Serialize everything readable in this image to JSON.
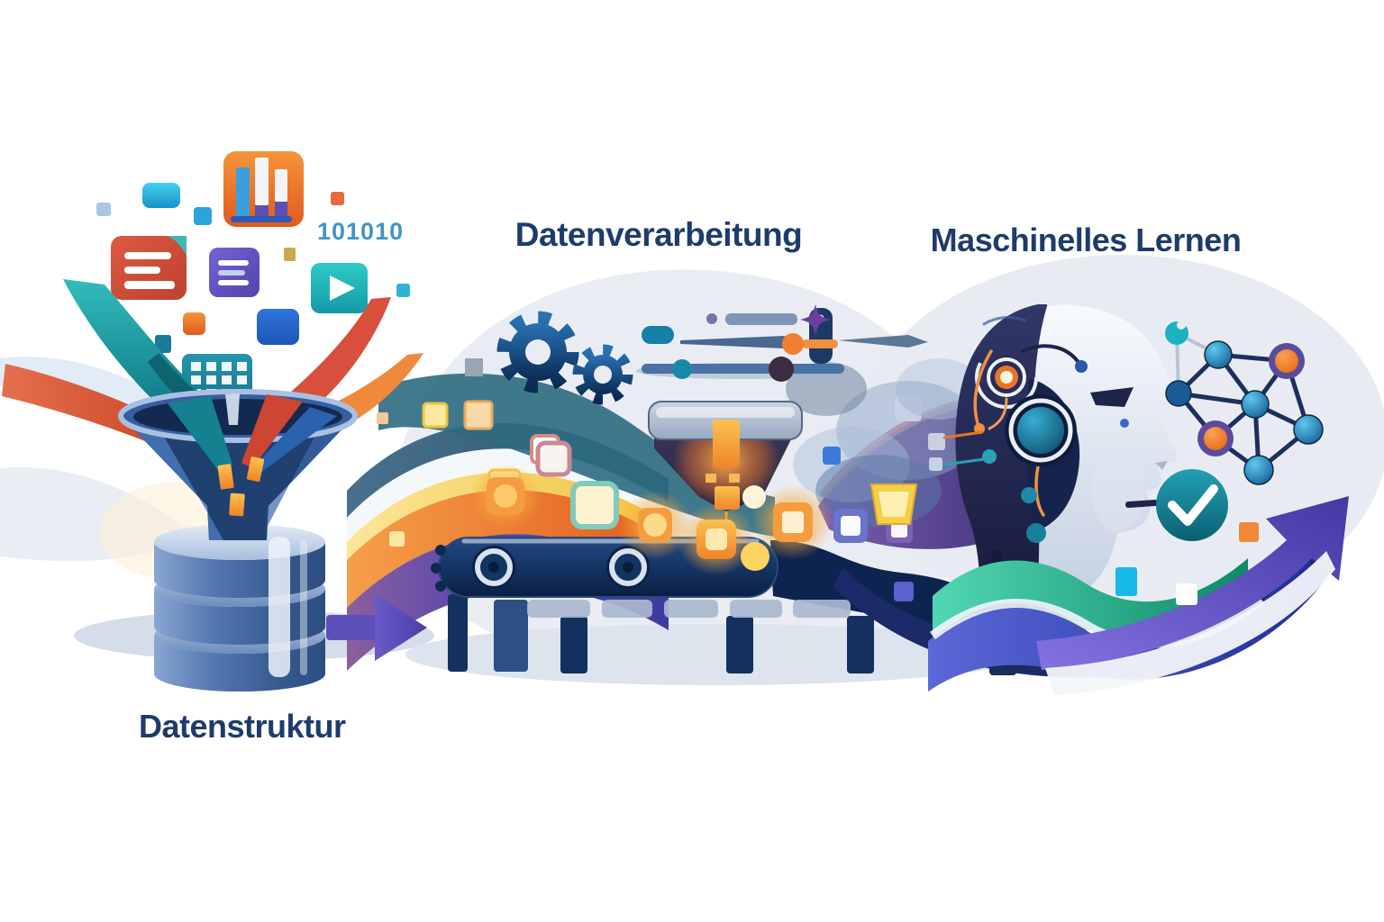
{
  "labels": {
    "binary": "101010",
    "datenverarbeitung": "Datenverarbeitung",
    "maschinelles_lernen": "Maschinelles Lernen",
    "datenstruktur": "Datenstruktur"
  },
  "palette": {
    "heading_text": "#1e3c6b",
    "binary_text": "#4394c6",
    "funnel_blue": "#2d5a9e",
    "database_blue": "#35598e",
    "gear_blue": "#0d3868",
    "conveyor_navy": "#0c2248",
    "glow_orange": "#f59d3e",
    "glow_yellow": "#ffd54f",
    "wave_teal": "#1d7a8c",
    "wave_orange": "#e8732a",
    "wave_indigo": "#4a3f9e",
    "wave_mint": "#2fae8e",
    "arrow_purple": "#5b50b8",
    "robot_dark": "#232a56",
    "robot_face": "#f4f6fa",
    "node_blue": "#1f7ab8",
    "node_orange": "#f07820",
    "node_ring_purple": "#5b4a9e",
    "check_teal": "#16889c"
  },
  "sections": [
    {
      "id": "datenstruktur",
      "title": "Datenstruktur",
      "position": "left",
      "icons": [
        "bar-chart-app-icon",
        "cyan-tile-icon",
        "document-red-icon",
        "document-purple-icon",
        "video-play-icon",
        "spreadsheet-grid-icon",
        "blue-tile-icon",
        "orange-tile-icon",
        "binary-text"
      ],
      "objects": [
        "data-funnel",
        "database-cylinder",
        "flow-arrow"
      ]
    },
    {
      "id": "datenverarbeitung",
      "title": "Datenverarbeitung",
      "position": "center",
      "objects": [
        "gear-large",
        "gear-small",
        "slider-controls",
        "processing-hopper",
        "conveyor-belt"
      ],
      "conveyor_items": [
        {
          "shape": "square",
          "color": "#f59d3e"
        },
        {
          "shape": "square",
          "color": "#ffffff",
          "border": "#c98896"
        },
        {
          "shape": "square",
          "color": "#fdf3cf",
          "border": "#82cabe"
        },
        {
          "shape": "square",
          "color": "#f59d3e"
        },
        {
          "shape": "square",
          "color": "#f9b654"
        },
        {
          "shape": "square",
          "color": "#f59d3e"
        },
        {
          "shape": "square",
          "color": "#ffffff",
          "border": "#6a74cc"
        },
        {
          "shape": "square",
          "color": "#ffffff",
          "border": "#7a62b8"
        },
        {
          "shape": "circle",
          "color": "#fbd560"
        },
        {
          "shape": "bucket",
          "color": "#f6cf48"
        }
      ]
    },
    {
      "id": "maschinelles_lernen",
      "title": "Maschinelles Lernen",
      "position": "right",
      "objects": [
        "ai-head",
        "neural-network",
        "check-badge",
        "growth-arrow"
      ]
    }
  ],
  "network_graph": {
    "nodes": [
      {
        "id": "n0",
        "color": "teal"
      },
      {
        "id": "n1",
        "color": "blue"
      },
      {
        "id": "n2",
        "color": "orange"
      },
      {
        "id": "n3",
        "color": "blue"
      },
      {
        "id": "n4",
        "color": "blue"
      },
      {
        "id": "n5",
        "color": "blue"
      },
      {
        "id": "n6",
        "color": "orange"
      },
      {
        "id": "n7",
        "color": "blue"
      }
    ],
    "edges": [
      [
        "n0",
        "n1"
      ],
      [
        "n0",
        "n3"
      ],
      [
        "n1",
        "n2"
      ],
      [
        "n1",
        "n3"
      ],
      [
        "n1",
        "n4"
      ],
      [
        "n2",
        "n4"
      ],
      [
        "n2",
        "n5"
      ],
      [
        "n3",
        "n4"
      ],
      [
        "n3",
        "n6"
      ],
      [
        "n4",
        "n5"
      ],
      [
        "n4",
        "n6"
      ],
      [
        "n4",
        "n7"
      ],
      [
        "n5",
        "n7"
      ],
      [
        "n6",
        "n7"
      ]
    ]
  }
}
